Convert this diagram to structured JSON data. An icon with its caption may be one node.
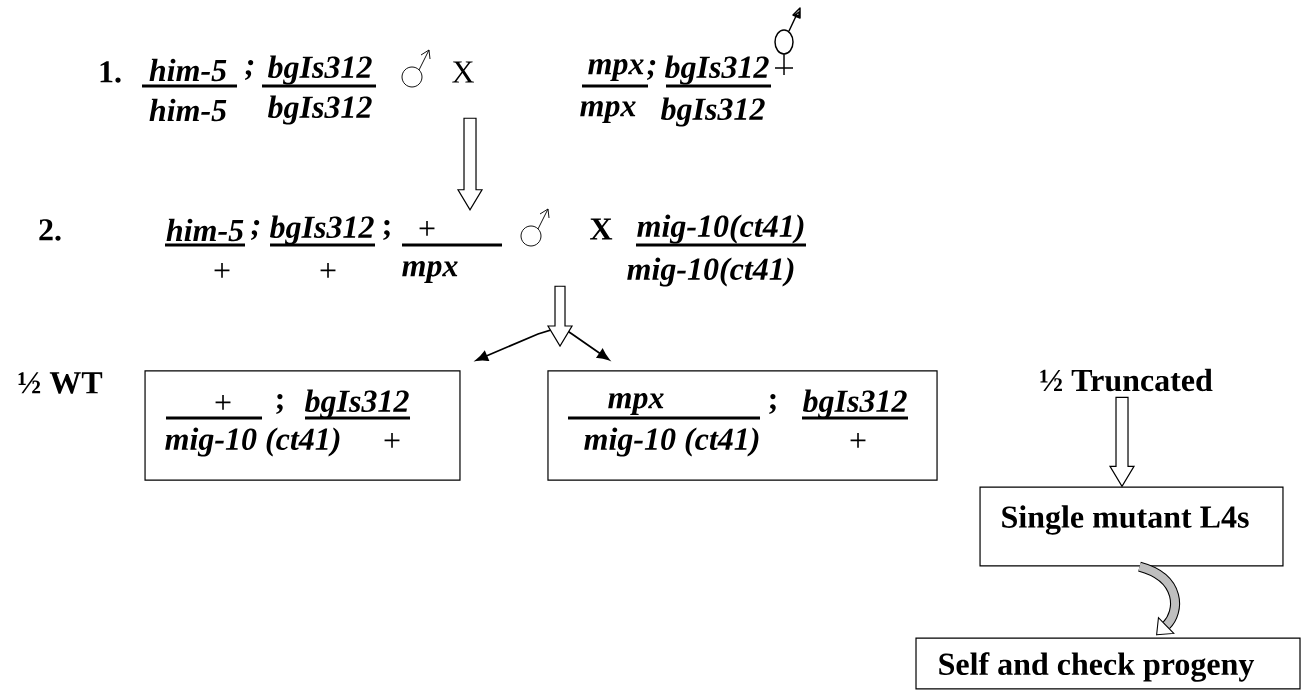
{
  "diagram": {
    "nodes": [
      {
        "text": [
          "him-5",
          "him-5",
          ";",
          "bgIs312",
          "bgIs312",
          "X",
          "mpx",
          "mpx",
          ";",
          "bgIs312",
          "bgIs312"
        ]
      },
      {
        "text": [
          "him-5",
          "+",
          ";",
          "bgIs312",
          "+",
          ";",
          "+",
          "mpx",
          "X",
          "mig-10(ct41)",
          "mig-10(ct41)"
        ]
      },
      {
        "text": [
          "+",
          ";",
          "bgIs312",
          "mig-10 (ct41)",
          "+"
        ],
        "beside": [
          "½ WT"
        ]
      },
      {
        "text": [
          "mpx",
          ";",
          "bgIs312",
          "mig-10 (ct41)",
          "+"
        ]
      },
      {
        "text": [
          "½ Truncated"
        ]
      },
      {
        "text": [
          "Single mutant L4s"
        ]
      },
      {
        "text": [
          "Self and check progeny"
        ]
      }
    ],
    "edges": [
      {
        "from": 0,
        "to": 1,
        "arrow": "to"
      },
      {
        "from": 1,
        "to": 2,
        "arrow": "to"
      },
      {
        "from": 1,
        "to": 3,
        "arrow": "to"
      },
      {
        "from": 4,
        "to": 5,
        "arrow": "to"
      },
      {
        "from": 5,
        "to": 6,
        "arrow": "to",
        "style": "thick"
      }
    ],
    "labels": [
      "1.",
      "2."
    ]
  }
}
